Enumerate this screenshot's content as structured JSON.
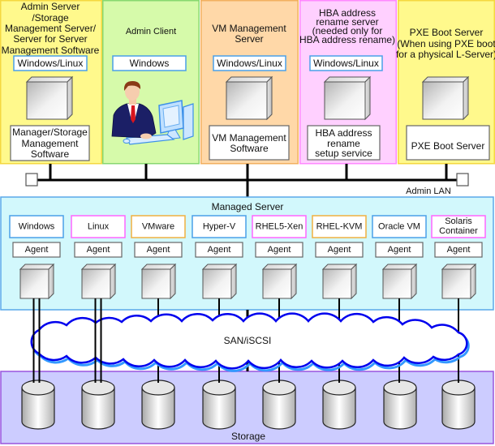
{
  "top_panels": [
    {
      "id": "admin-server",
      "title": [
        "Admin Server",
        "/Storage",
        "Management Server/",
        "Server for Server",
        "Management Software"
      ],
      "os": "Windows/Linux",
      "software": [
        "Manager/Storage",
        "Management",
        "Software"
      ],
      "fill": "#FFF98C",
      "border": "#F4D840",
      "icon": "server-icon"
    },
    {
      "id": "admin-client",
      "title": [
        "Admin Client"
      ],
      "os": "Windows",
      "fill": "#D6FAAA",
      "border": "#88D870",
      "icon": "user-at-computer-icon"
    },
    {
      "id": "vm-management-server",
      "title": [
        "VM Management",
        "Server"
      ],
      "os": "Windows/Linux",
      "software": [
        "VM Management",
        "Software"
      ],
      "fill": "#FFD8A8",
      "border": "#F2B060",
      "icon": "server-icon"
    },
    {
      "id": "hba-address-rename-server",
      "title": [
        "HBA address",
        "rename server",
        "(needed only for",
        "HBA address rename)"
      ],
      "os": "Windows/Linux",
      "software": [
        "HBA address",
        "rename",
        "setup service"
      ],
      "fill": "#FFD0FF",
      "border": "#FF88FF",
      "icon": "server-icon"
    },
    {
      "id": "pxe-boot-server",
      "title": [
        "PXE Boot Server",
        "(When using PXE boot",
        "for a physical L-Server)"
      ],
      "software": [
        "PXE Boot Server"
      ],
      "fill": "#FFF98C",
      "border": "#F4D840",
      "icon": "server-icon"
    }
  ],
  "admin_lan": {
    "label": "Admin LAN"
  },
  "managed_server": {
    "title": "Managed Server",
    "fill": "#D2F8FC",
    "border": "#5AA8EA",
    "columns": [
      {
        "id": "windows",
        "os": [
          "Windows"
        ],
        "agent": "Agent",
        "border": "#4AA0E8",
        "san_links": 2
      },
      {
        "id": "linux",
        "os": [
          "Linux"
        ],
        "agent": "Agent",
        "border": "#FF66FF",
        "san_links": 2
      },
      {
        "id": "vmware",
        "os": [
          "VMware"
        ],
        "agent": "Agent",
        "border": "#F0B040",
        "san_links": 1
      },
      {
        "id": "hyper-v",
        "os": [
          "Hyper-V"
        ],
        "agent": "Agent",
        "border": "#4AA0E8",
        "san_links": 1
      },
      {
        "id": "rhel5-xen",
        "os": [
          "RHEL5-Xen"
        ],
        "agent": "Agent",
        "border": "#FF66FF",
        "san_links": 1
      },
      {
        "id": "rhel-kvm",
        "os": [
          "RHEL-KVM"
        ],
        "agent": "Agent",
        "border": "#F0B040",
        "san_links": 1
      },
      {
        "id": "oracle-vm",
        "os": [
          "Oracle VM"
        ],
        "agent": "Agent",
        "border": "#4AA0E8",
        "san_links": 1
      },
      {
        "id": "solaris-container",
        "os": [
          "Solaris",
          "Container"
        ],
        "agent": "Agent",
        "border": "#FF66FF",
        "san_links": 1
      }
    ]
  },
  "san": {
    "label": "SAN/iSCSI",
    "stroke": "#0000EE",
    "shadow": "#3399FF"
  },
  "storage": {
    "label": "Storage",
    "fill": "#CCCCFF",
    "border": "#9955DD",
    "disk_count": 8
  }
}
